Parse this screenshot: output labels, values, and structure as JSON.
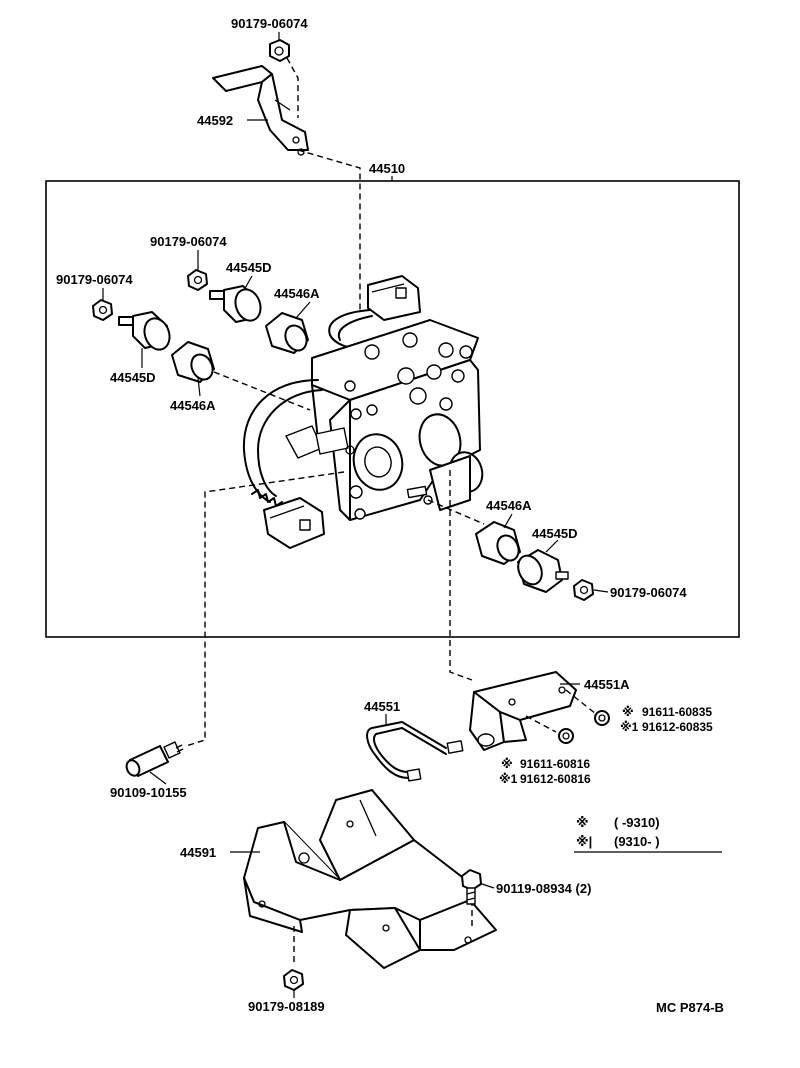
{
  "labels": {
    "p_90179_06074_top": "90179-06074",
    "p_44592": "44592",
    "p_44510": "44510",
    "p_90179_06074_a": "90179-06074",
    "p_90179_06074_b": "90179-06074",
    "p_44545D_a": "44545D",
    "p_44546A_a": "44546A",
    "p_44545D_b": "44545D",
    "p_44546A_b": "44546A",
    "p_44546A_c": "44546A",
    "p_44545D_c": "44545D",
    "p_90179_06074_c": "90179-06074",
    "p_44551A": "44551A",
    "p_44551": "44551",
    "p_91611_60835": "91611-60835",
    "p_91612_60835": "91612-60835",
    "p_91611_60816": "91611-60816",
    "p_91612_60816": "91612-60816",
    "p_90109_10155": "90109-10155",
    "p_44591": "44591",
    "p_90119_08934": "90119-08934 (2)",
    "p_90179_08189": "90179-08189"
  },
  "marks": {
    "asterisk": "※",
    "asterisk_1": "※1"
  },
  "legend": {
    "row1_symbol": "※",
    "row1_range": "(        -9310)",
    "row2_symbol": "※|",
    "row2_range": "(9310-        )"
  },
  "footer": {
    "code": "MC  P874-B"
  }
}
